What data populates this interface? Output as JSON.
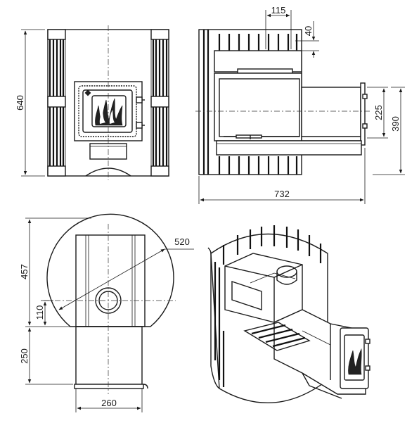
{
  "drawing": {
    "front_view": {
      "dim_height": "640"
    },
    "side_view": {
      "dim_total_length": "732",
      "dim_top_width": "115",
      "dim_top_depth": "40",
      "dim_tunnel_inner": "225",
      "dim_tunnel_outer": "390"
    },
    "top_view": {
      "dim_diameter": "520",
      "dim_depth": "457",
      "dim_offset": "110",
      "dim_tunnel_length": "250",
      "dim_tunnel_width": "260"
    }
  }
}
